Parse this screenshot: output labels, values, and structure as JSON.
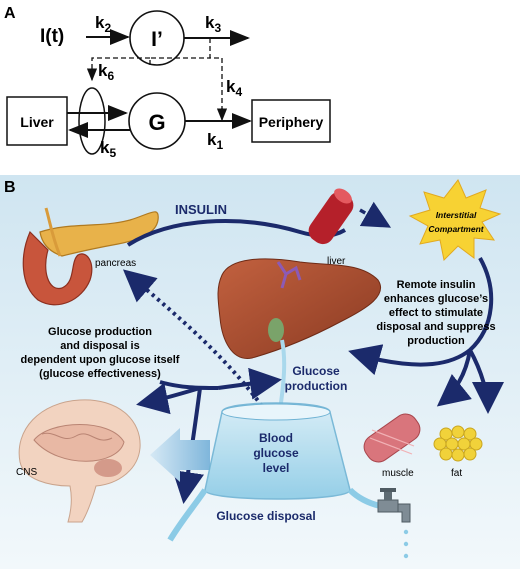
{
  "panel_a": {
    "letter": "A",
    "input": "I(t)",
    "insulin_node": "I’",
    "glucose_node": "G",
    "liver": "Liver",
    "periphery": "Periphery",
    "rates": {
      "k1": {
        "k": "k",
        "sub": "1"
      },
      "k2": {
        "k": "k",
        "sub": "2"
      },
      "k3": {
        "k": "k",
        "sub": "3"
      },
      "k4": {
        "k": "k",
        "sub": "4"
      },
      "k5": {
        "k": "k",
        "sub": "5"
      },
      "k6": {
        "k": "k",
        "sub": "6"
      }
    }
  },
  "panel_b": {
    "letter": "B",
    "insulin": "INSULIN",
    "pancreas": "pancreas",
    "liver": "liver",
    "interstitial": [
      "Interstitial",
      "Compartment"
    ],
    "remote": [
      "Remote insulin",
      "enhances glucose’s",
      "effect to stimulate",
      "disposal and suppress",
      "production"
    ],
    "glucose_effect": [
      "Glucose production",
      "and disposal is",
      "dependent upon glucose itself",
      "(glucose effectiveness)"
    ],
    "glucose_production": [
      "Glucose",
      "production"
    ],
    "blood": [
      "Blood",
      "glucose",
      "level"
    ],
    "disposal": "Glucose disposal",
    "cns": "CNS",
    "muscle": "muscle",
    "fat": "fat"
  },
  "colors": {
    "navy": "#1b2a6b",
    "organ_red": "#c0533a",
    "liver_brown": "#a94a2d",
    "pancreas_yellow": "#e8b24a",
    "water_blue": "#a9d8ec",
    "star_yellow": "#f7d233",
    "fat_yellow": "#f1d23a"
  }
}
